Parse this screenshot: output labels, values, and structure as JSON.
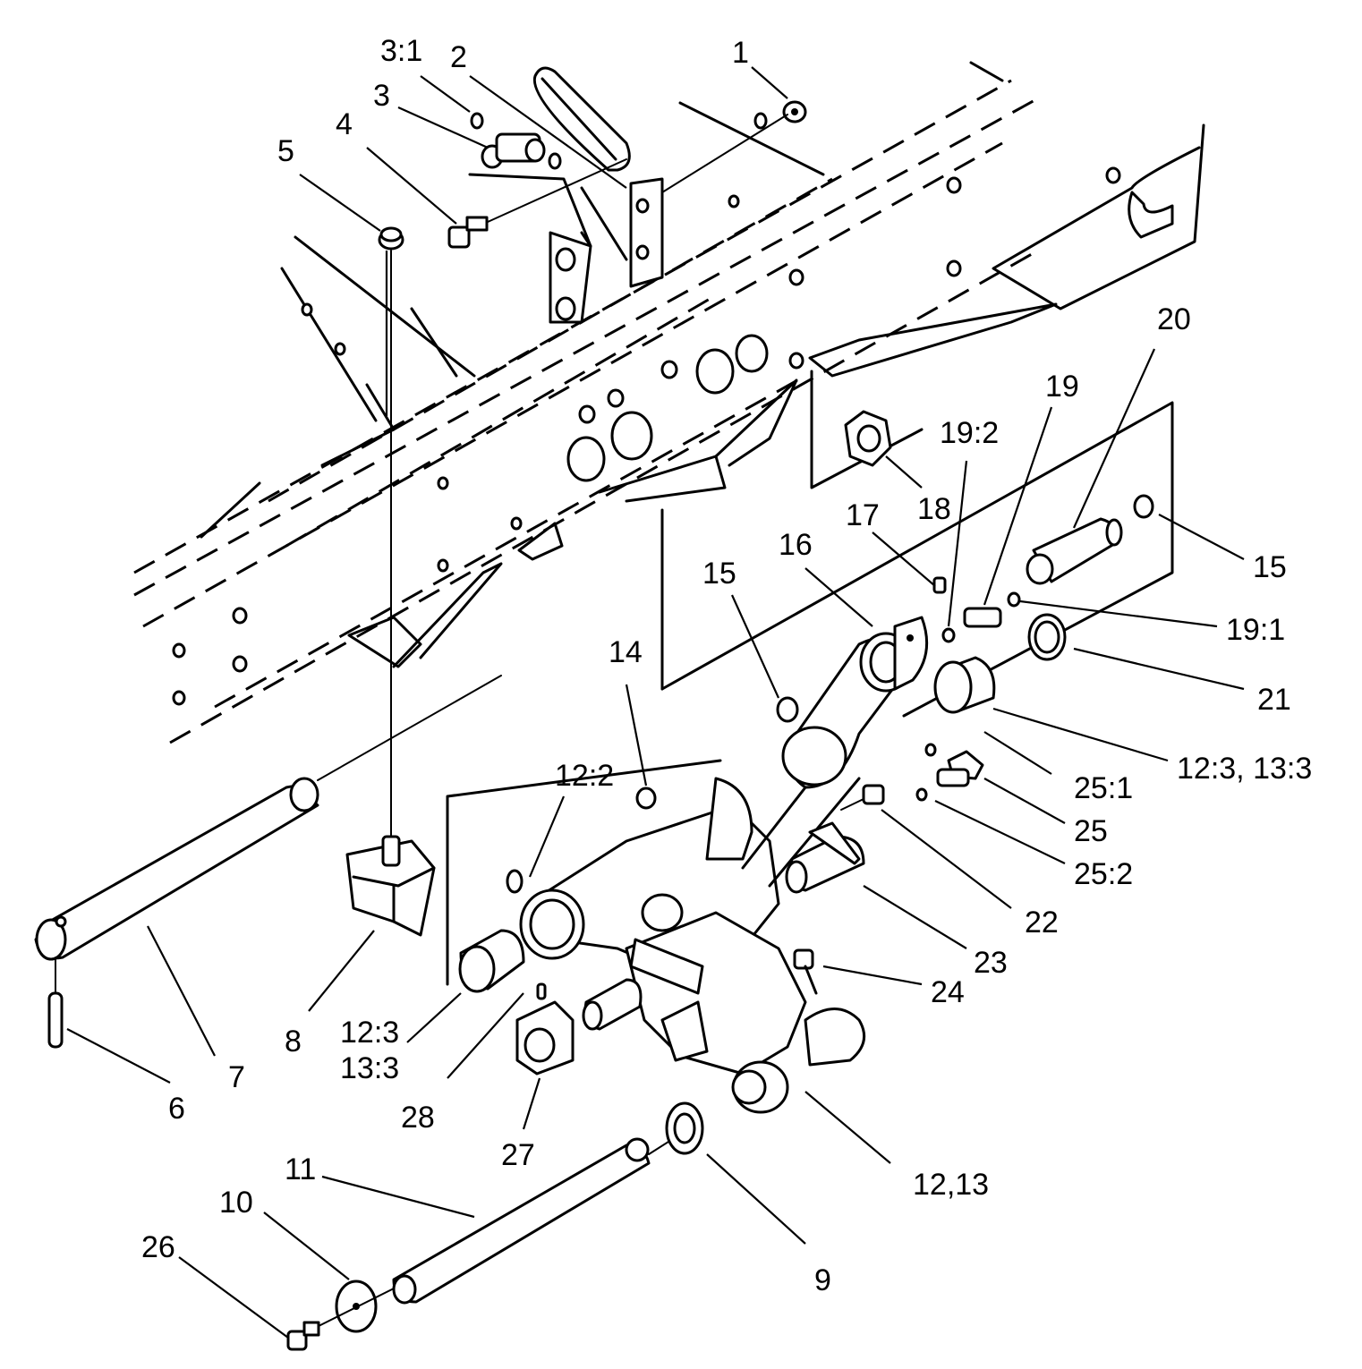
{
  "callouts": {
    "c1": "1",
    "c2": "2",
    "c3": "3",
    "c3_1": "3:1",
    "c4": "4",
    "c5": "5",
    "c6": "6",
    "c7": "7",
    "c8": "8",
    "c9": "9",
    "c10": "10",
    "c11": "11",
    "c12_13": "12,13",
    "c12_2": "12:2",
    "c12_3_13_3_right": "12:3, 13:3",
    "c12_3_left": "12:3",
    "c13_3_left": "13:3",
    "c14": "14",
    "c15_left": "15",
    "c15_right": "15",
    "c16": "16",
    "c17": "17",
    "c18": "18",
    "c19": "19",
    "c19_1": "19:1",
    "c19_2": "19:2",
    "c20": "20",
    "c21": "21",
    "c22": "22",
    "c23": "23",
    "c24": "24",
    "c25": "25",
    "c25_1": "25:1",
    "c25_2": "25:2",
    "c26": "26",
    "c27": "27",
    "c28": "28"
  }
}
